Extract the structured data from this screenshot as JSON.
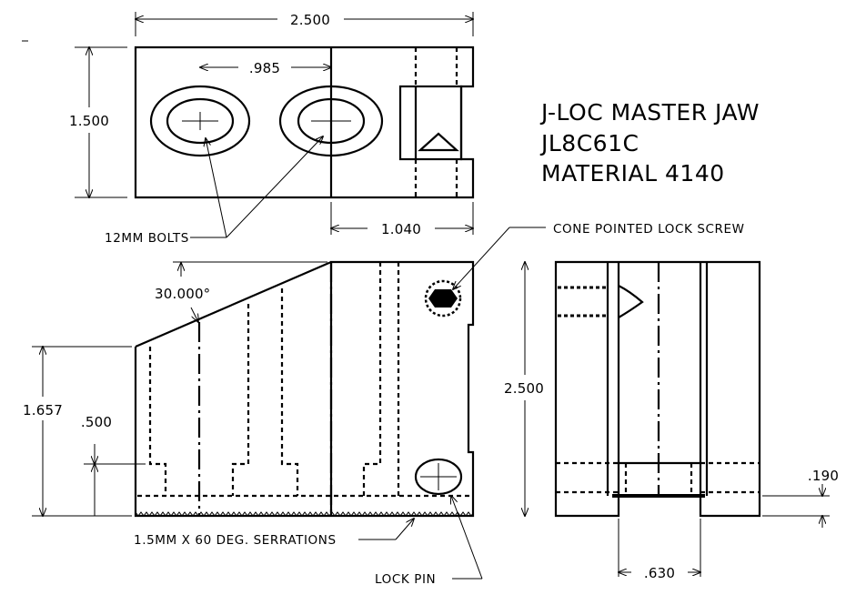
{
  "title_block": {
    "line1": "J-LOC MASTER JAW",
    "line2": "JL8C61C",
    "line3": "MATERIAL 4140"
  },
  "dimensions": {
    "overall_width": "2.500",
    "height_top_view": "1.500",
    "bolt_spacing": ".985",
    "slot_offset": "1.040",
    "angle": "30.000°",
    "front_height": "1.657",
    "step_height": ".500",
    "side_height": "2.500",
    "keyway_depth": ".190",
    "keyway_width": ".630"
  },
  "notes": {
    "bolts": "12MM BOLTS",
    "lock_screw": "CONE POINTED LOCK SCREW",
    "serrations": "1.5MM X 60 DEG. SERRATIONS",
    "lock_pin": "LOCK PIN"
  }
}
